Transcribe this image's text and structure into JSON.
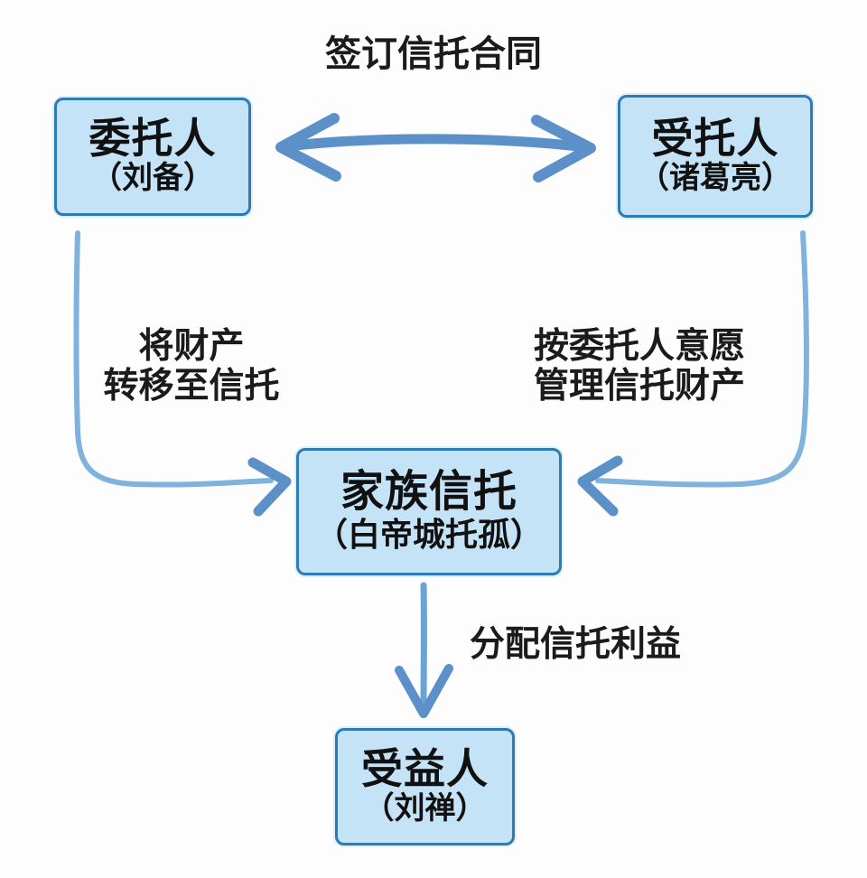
{
  "diagram": {
    "title_label": "签订信托合同",
    "nodes": {
      "settlor": {
        "main": "委托人",
        "sub": "（刘备）"
      },
      "trustee": {
        "main": "受托人",
        "sub": "（诸葛亮）"
      },
      "trust": {
        "main": "家族信托",
        "sub": "（白帝城托孤）"
      },
      "beneficiary": {
        "main": "受益人",
        "sub": "（刘禅）"
      }
    },
    "edges": {
      "contract": "签订信托合同",
      "transfer_line1": "将财产",
      "transfer_line2": "转移至信托",
      "manage_line1": "按委托人意愿",
      "manage_line2": "管理信托财产",
      "distribute": "分配信托利益"
    },
    "colors": {
      "box_fill": "#c5e3f6",
      "box_border": "#2e7ab4",
      "arrow": "#5b90c9",
      "text": "#1b1b1b",
      "background": "#fdfdfd"
    }
  }
}
